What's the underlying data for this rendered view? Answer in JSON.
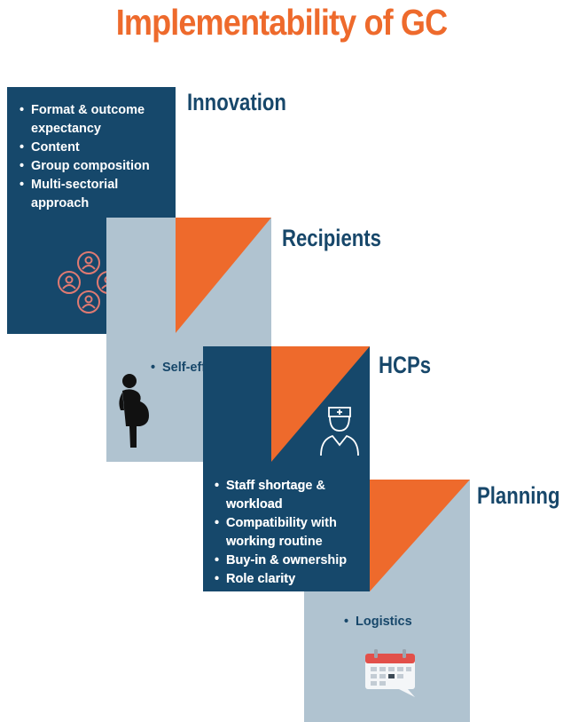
{
  "title": "Implementability of GC",
  "colors": {
    "navy": "#16486b",
    "light_grey_blue": "#b0c3d0",
    "orange": "#ee6a2c"
  },
  "sections": [
    {
      "label": "Innovation",
      "items": [
        "Format & outcome expectancy",
        "Content",
        "Group composition",
        "Multi-sectorial approach"
      ],
      "icon": "group-of-people-icon"
    },
    {
      "label": "Recipients",
      "items": [
        "Self-efficacy"
      ],
      "icon": "pregnant-woman-icon"
    },
    {
      "label": "HCPs",
      "items": [
        "Compatibility with working routine",
        "Buy-in & ownership",
        "Role clarity"
      ],
      "items_first": "Staff shortage & workload",
      "icon": "nurse-icon"
    },
    {
      "label": "Planning",
      "items": [
        "Logistics"
      ],
      "icon": "calendar-icon"
    }
  ]
}
